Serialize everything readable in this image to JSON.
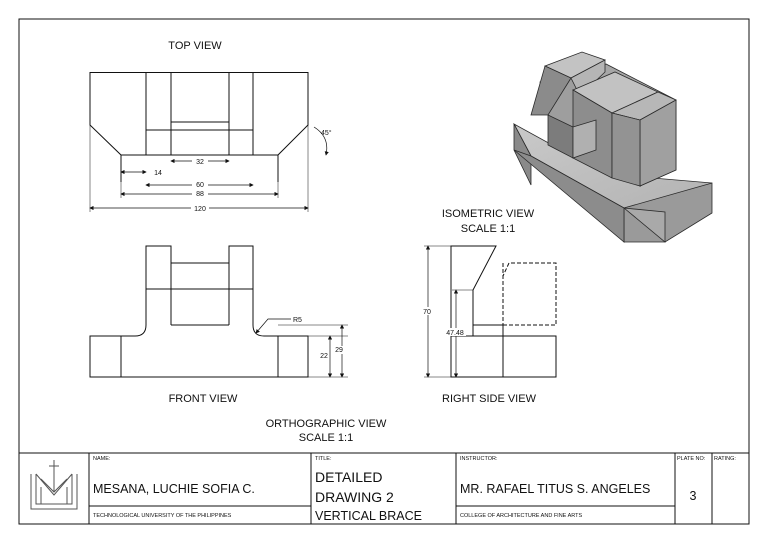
{
  "views": {
    "top": "TOP VIEW",
    "front": "FRONT VIEW",
    "right": "RIGHT SIDE VIEW",
    "isometric": "ISOMETRIC VIEW",
    "isometric_scale": "SCALE 1:1",
    "orthographic": "ORTHOGRAPHIC VIEW",
    "orthographic_scale": "SCALE 1:1"
  },
  "dimensions": {
    "d32": "32",
    "d14": "14",
    "d60": "60",
    "d88": "88",
    "d120": "120",
    "angle": "45°",
    "radius": "R5",
    "d22": "22",
    "d29": "29",
    "d70": "70",
    "d4748": "47.48"
  },
  "title_block": {
    "name_label": "NAME:",
    "name": "MESANA, LUCHIE SOFIA C.",
    "school": "TECHNOLOGICAL UNIVERSITY OF THE PHILIPPINES",
    "title_label": "TITLE:",
    "title_line1": "DETAILED",
    "title_line2": "DRAWING 2",
    "subtitle": "VERTICAL BRACE",
    "instructor_label": "INSTRUCTOR:",
    "instructor": "MR. RAFAEL TITUS S. ANGELES",
    "college": "COLLEGE OF ARCHITECTURE AND FINE ARTS",
    "plate_label": "PLATE NO:",
    "plate": "3",
    "rating_label": "RATING:",
    "rating": ""
  }
}
